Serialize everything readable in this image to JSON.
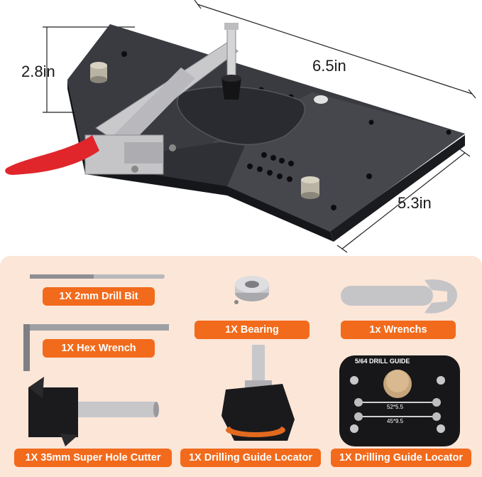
{
  "dimensions": {
    "height": "2.8in",
    "length": "6.5in",
    "width": "5.3in"
  },
  "accessories": [
    {
      "label": "1X 2mm Drill Bit"
    },
    {
      "label": "1X Bearing"
    },
    {
      "label": "1x Wrenchs"
    },
    {
      "label": "1X Hex Wrench"
    },
    {
      "label": "1X 35mm Super Hole Cutter"
    },
    {
      "label": "1X Drilling Guide Locator"
    },
    {
      "label": "1X Drilling Guide Locator"
    }
  ],
  "drill_guide": {
    "title": "5/64 DRILL GUIDE",
    "scale_top": "52*5.5",
    "scale_bottom": "45*9.5"
  },
  "colors": {
    "accent": "#f26a1b",
    "panel": "#fbe6d8",
    "handle": "#e0262b",
    "plate": "#2b2c31"
  }
}
